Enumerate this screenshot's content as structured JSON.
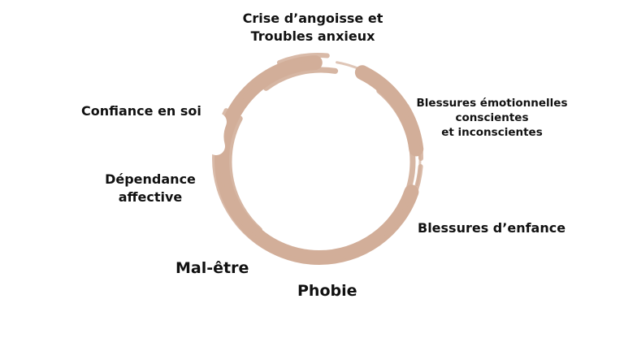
{
  "diagram": {
    "ring_color": "#d2ae99",
    "labels": {
      "crise": {
        "line1": "Crise d’angoisse et",
        "line2": "Troubles anxieux"
      },
      "confiance": {
        "line1": "Confiance en soi"
      },
      "blessures_emotionnelles": {
        "line1": "Blessures émotionnelles",
        "line2": "conscientes",
        "line3": "et inconscientes"
      },
      "dependance": {
        "line1": "Dépendance",
        "line2": "affective"
      },
      "blessures_enfance": {
        "line1": "Blessures d’enfance"
      },
      "mal_etre": {
        "line1": "Mal-être"
      },
      "phobie": {
        "line1": "Phobie"
      }
    }
  }
}
